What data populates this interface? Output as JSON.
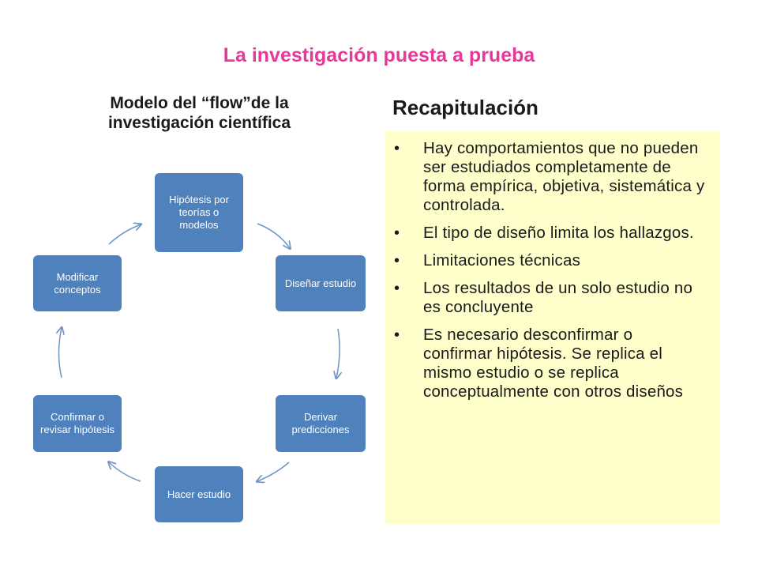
{
  "title": "La investigación puesta a prueba",
  "left_heading": "Modelo del “flow”de la investigación científica",
  "right_heading": "Recapitulación",
  "diagram": {
    "nodes": [
      "Hipótesis por teorías o modelos",
      "Diseñar estudio",
      "Derivar predicciones",
      "Hacer estudio",
      "Confirmar o revisar hipótesis",
      "Modificar conceptos"
    ]
  },
  "bullets": [
    "Hay comportamientos que no pueden ser estudiados completamente de forma empírica, objetiva, sistemática y controlada.",
    "El tipo de diseño limita los hallazgos.",
    "Limitaciones técnicas",
    "Los resultados de un solo estudio no es concluyente",
    "Es necesario desconfirmar o confirmar hipótesis.  Se replica el mismo estudio o se replica conceptualmente con otros diseños"
  ],
  "colors": {
    "title": "#e6399b",
    "node_fill": "#4f81bd",
    "arrow": "#6f94c4",
    "panel": "#ffffcc"
  }
}
